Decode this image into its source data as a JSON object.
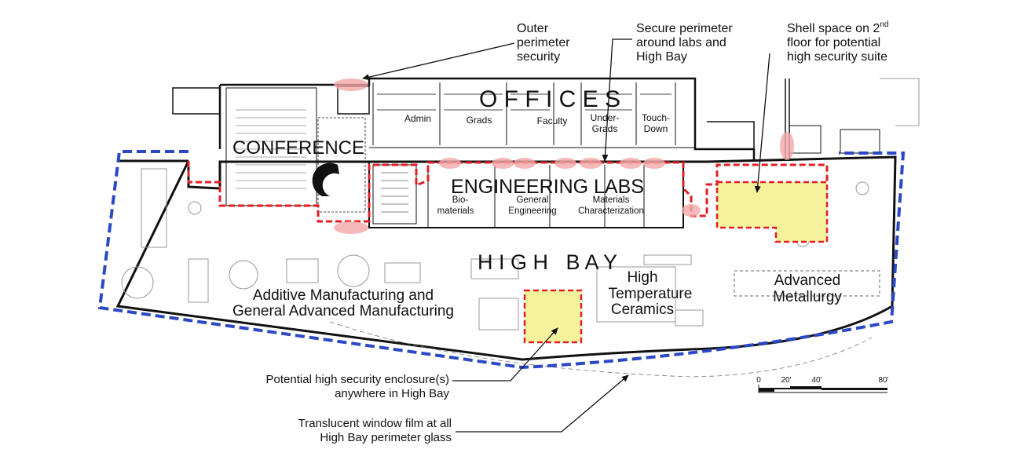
{
  "zones": {
    "offices": "O F F I C E S",
    "conference": "CONFERENCE",
    "engineering_labs": "ENGINEERING LABS",
    "high_bay": "H I G H   B A Y"
  },
  "rooms": {
    "admin": "Admin",
    "grads": "Grads",
    "faculty": "Faculty",
    "undergrads": [
      "Under-",
      "Grads"
    ],
    "touchdown": [
      "Touch-",
      "Down"
    ],
    "biomaterials": [
      "Bio-",
      "materials"
    ],
    "general_engineering": [
      "General",
      "Engineering"
    ],
    "materials_characterization": [
      "Materials",
      "Characterization"
    ]
  },
  "areas": {
    "additive": [
      "Additive Manufacturing and",
      "General Advanced Manufacturing"
    ],
    "ceramics": [
      "High",
      "Temperature",
      "Ceramics"
    ],
    "metallurgy": [
      "Advanced",
      "Metallurgy"
    ]
  },
  "callouts": {
    "outer_perimeter": [
      "Outer",
      "perimeter",
      "security"
    ],
    "secure_perimeter": [
      "Secure perimeter",
      "around labs and",
      "High Bay"
    ],
    "shell_space": [
      "Shell space on 2",
      "floor for potential",
      "high security suite"
    ],
    "shell_space_sup": "nd",
    "enclosure": [
      "Potential high security enclosure(s)",
      "anywhere in High Bay"
    ],
    "window_film": [
      "Translucent window film at all",
      "High Bay perimeter glass"
    ]
  },
  "scale_bar": {
    "labels": [
      "0",
      "20'",
      "40'",
      "80'"
    ],
    "values_ft": [
      0,
      20,
      40,
      80
    ]
  },
  "colors": {
    "secure_perimeter": "#e31e24",
    "outer_perimeter": "#2b48c5",
    "highlight_fill": "#f5f29d",
    "security_point": "#f3a7a7"
  }
}
